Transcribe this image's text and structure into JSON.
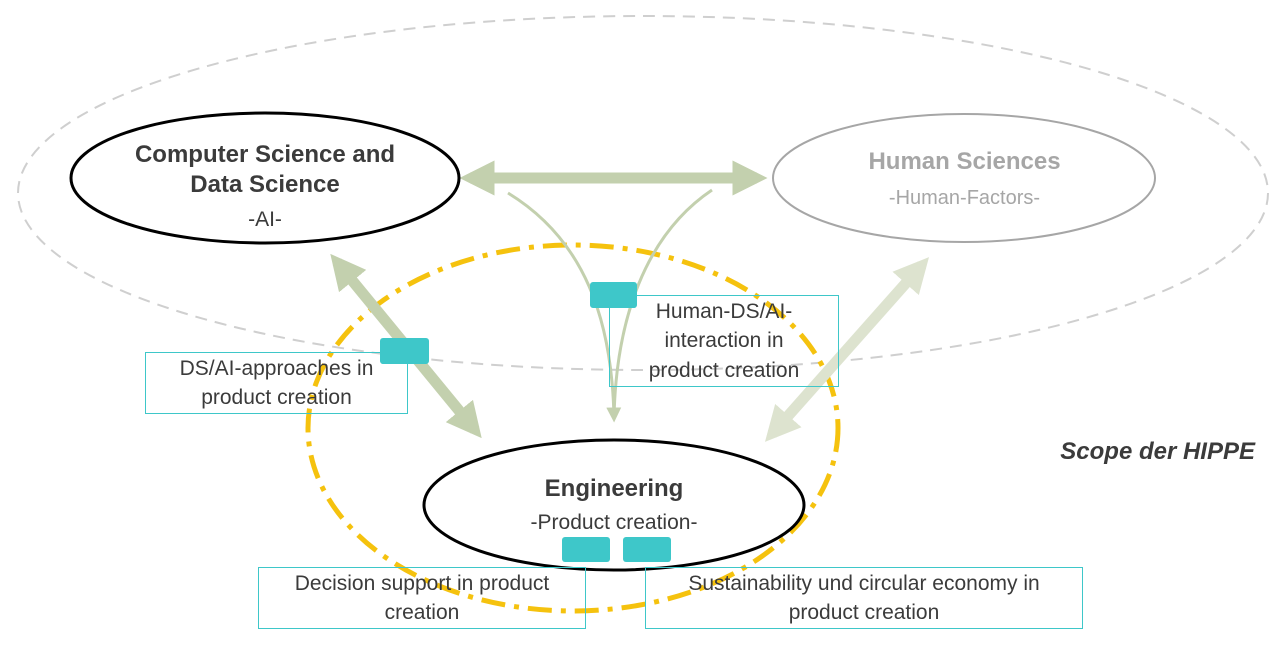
{
  "nodes": {
    "computer_science": {
      "title_line1": "Computer Science and",
      "title_line2": "Data Science",
      "subtitle": "-AI-"
    },
    "human_sciences": {
      "title": "Human Sciences",
      "subtitle": "-Human-Factors-"
    },
    "engineering": {
      "title": "Engineering",
      "subtitle": "-Product creation-"
    }
  },
  "topics": {
    "dsai_approaches": {
      "line1": "DS/AI-approaches in",
      "line2": "product creation"
    },
    "human_dsai_interaction": {
      "line1": "Human-DS/AI-",
      "line2": "interaction in",
      "line3": "product creation"
    },
    "decision_support": {
      "line1": "Decision support in product",
      "line2": "creation"
    },
    "sustainability": {
      "line1": "Sustainability und circular economy in",
      "line2": "product creation"
    }
  },
  "scope_label": "Scope der HIPPE",
  "colors": {
    "outline_dark": "#000000",
    "outline_gray": "#a6a6a6",
    "scope_dash": "#cfcfcf",
    "arrow_green": "#c3d0ae",
    "arrow_green_light": "#dde3cf",
    "orbit_yellow": "#f5c20e",
    "teal": "#3ec7c9"
  }
}
